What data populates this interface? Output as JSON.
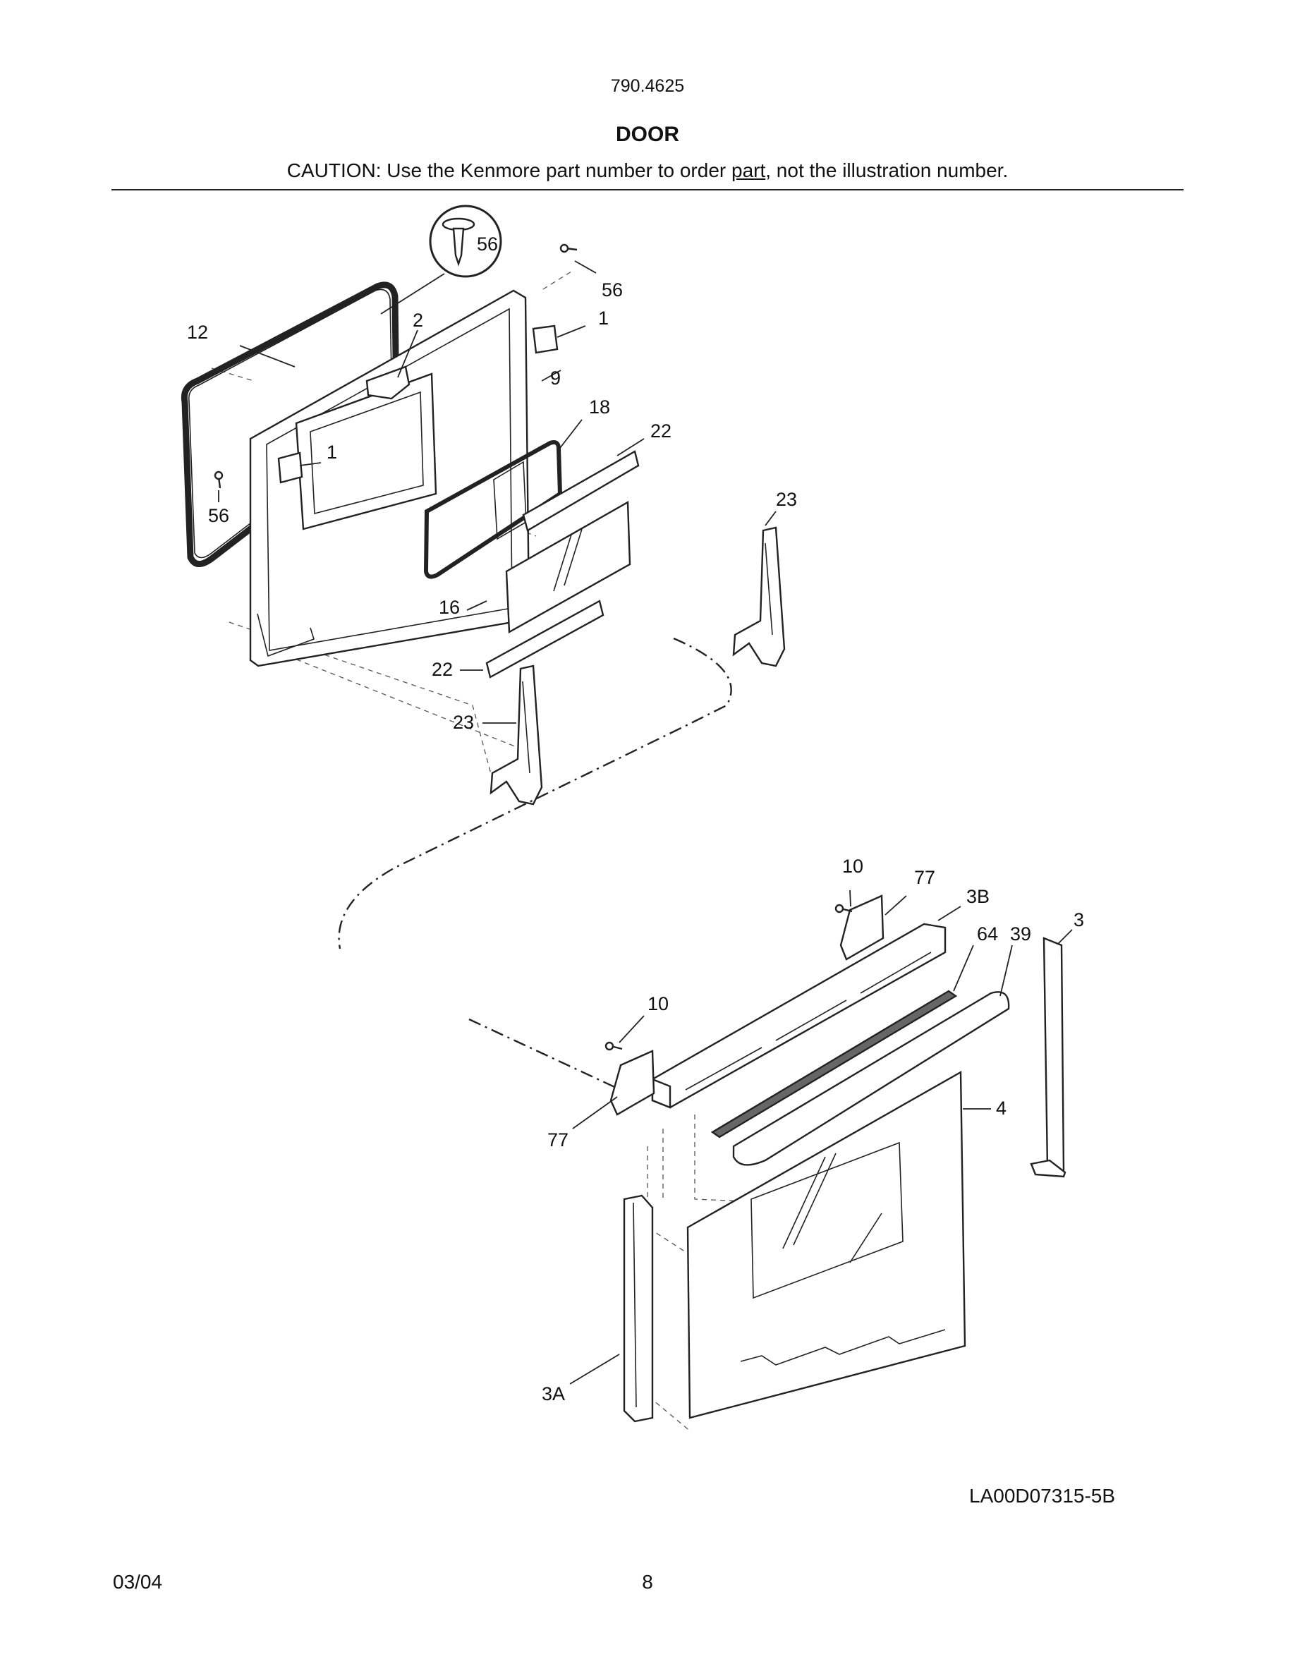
{
  "header": {
    "model_number": "790.4625",
    "section_title": "DOOR",
    "caution_prefix": "CAUTION: Use the Kenmore part number to order ",
    "caution_link": "part",
    "caution_suffix": ", not the illustration number."
  },
  "callouts": {
    "screw_detail": "56",
    "screw_top": "56",
    "screw_left": "56",
    "door_gasket": "12",
    "bracket_top": "2",
    "hinge_receptacle_top": "1",
    "hinge_receptacle_left": "1",
    "inner_door": "9",
    "window_pack": "18",
    "glass_retainer_top": "22",
    "glass_retainer_bottom": "22",
    "window_glass": "16",
    "hinge_right": "23",
    "hinge_left": "23",
    "screw_top_right": "10",
    "screw_left_lower": "10",
    "handle_bracket_right": "77",
    "handle_bracket_left": "77",
    "door_trim_top": "3B",
    "handle_seal": "64",
    "handle": "39",
    "trim_right": "3",
    "outer_door_glass": "4",
    "trim_left": "3A"
  },
  "footer": {
    "drawing_id": "LA00D07315-5B",
    "date": "03/04",
    "page_number": "8"
  },
  "colors": {
    "line": "#222222",
    "background": "#ffffff"
  }
}
